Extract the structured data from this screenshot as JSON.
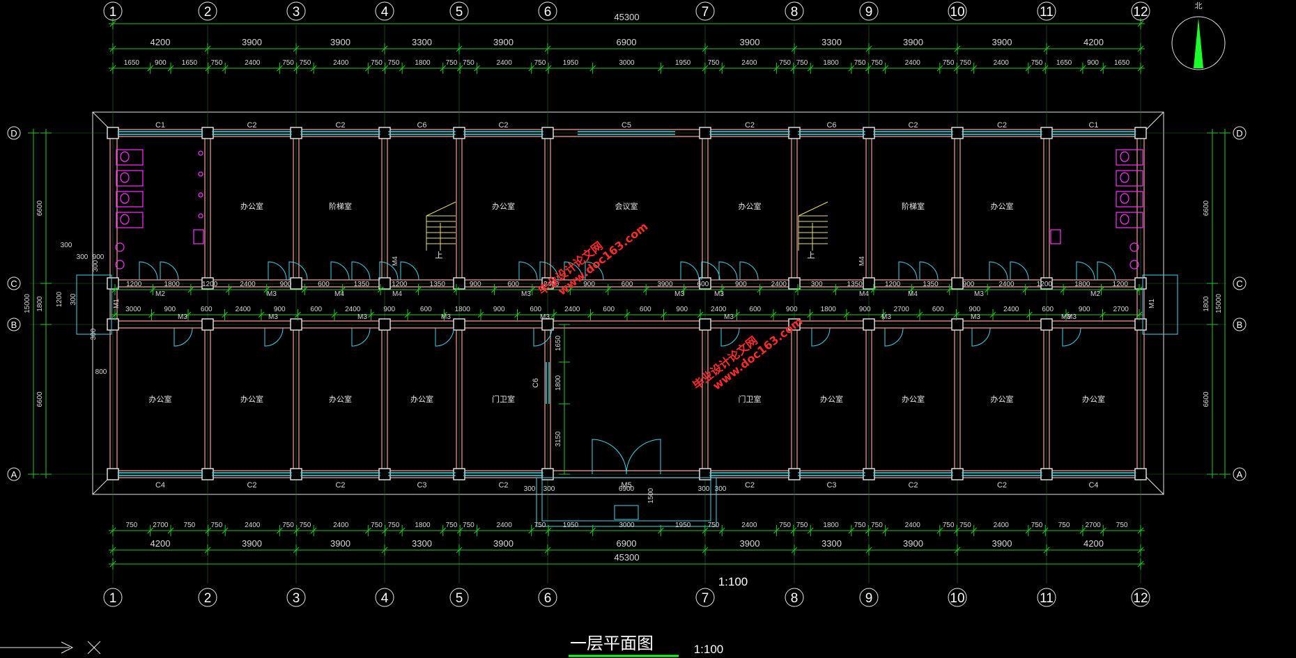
{
  "title": "一层平面图",
  "scale_text": "1:100",
  "center_scale": "1:100",
  "north_label": "北",
  "overall_length": "45300",
  "axes_x": [
    "1",
    "2",
    "3",
    "4",
    "5",
    "6",
    "7",
    "8",
    "9",
    "10",
    "11",
    "12"
  ],
  "axes_y": [
    "A",
    "B",
    "C",
    "D"
  ],
  "bays_top": [
    "4200",
    "3900",
    "3900",
    "3300",
    "3900",
    "6900",
    "3900",
    "3300",
    "3900",
    "3900",
    "4200"
  ],
  "sub_top": [
    "1650",
    "900",
    "1650",
    "750",
    "2400",
    "750",
    "750",
    "2400",
    "750",
    "750",
    "1800",
    "750",
    "750",
    "2400",
    "750",
    "1950",
    "3000",
    "1950",
    "750",
    "2400",
    "750",
    "750",
    "1800",
    "750",
    "750",
    "2400",
    "750",
    "750",
    "2400",
    "750",
    "1650",
    "900",
    "1650"
  ],
  "bays_bottom": [
    "4200",
    "3900",
    "3900",
    "3300",
    "3900",
    "6900",
    "3900",
    "3300",
    "3900",
    "3900",
    "4200"
  ],
  "sub_bottom": [
    "750",
    "2700",
    "750",
    "750",
    "2400",
    "750",
    "750",
    "2400",
    "750",
    "750",
    "1800",
    "750",
    "750",
    "2400",
    "750",
    "1950",
    "3000",
    "1950",
    "750",
    "2400",
    "750",
    "750",
    "1800",
    "750",
    "750",
    "2400",
    "750",
    "750",
    "2400",
    "750",
    "750",
    "2700",
    "750"
  ],
  "left_dims": [
    "6600",
    "1800",
    "15000",
    "6600"
  ],
  "right_dims": [
    "6600",
    "1800",
    "15000",
    "6600"
  ],
  "windows_top": [
    "C1",
    "C2",
    "C2",
    "C6",
    "C2",
    "C5",
    "C2",
    "C6",
    "C2",
    "C2",
    "C1"
  ],
  "windows_bottom": [
    "C4",
    "C2",
    "C2",
    "C3",
    "C2",
    "M5",
    "C2",
    "C3",
    "C2",
    "C2",
    "C4"
  ],
  "rooms_north": [
    "",
    "办公室",
    "阶梯室",
    "",
    "办公室",
    "会议室",
    "办公室",
    "",
    "阶梯室",
    "办公室",
    ""
  ],
  "rooms_south": [
    "办公室",
    "办公室",
    "办公室",
    "办公室",
    "门卫室",
    "",
    "门卫室",
    "办公室",
    "办公室",
    "办公室",
    "办公室"
  ],
  "stair_label": "上",
  "door_tags_north": [
    "M2",
    "M3",
    "M4",
    "M4",
    "M3",
    "M3",
    "M3",
    "M4",
    "M4",
    "M3",
    "M2"
  ],
  "door_tags_south": [
    "M3",
    "M3",
    "M3",
    "M3",
    "M3",
    "M3",
    "M3",
    "M3",
    "M3",
    "M3"
  ],
  "end_door": "M1",
  "corridor_dims": [
    "1200",
    "1800",
    "1200",
    "2400",
    "900",
    "600",
    "1350",
    "1200",
    "1350",
    "900",
    "600",
    "2400",
    "900",
    "600",
    "3900",
    "600",
    "900",
    "2400",
    "300",
    "1350",
    "1200",
    "1350",
    "900",
    "2400",
    "1200",
    "1800",
    "1200"
  ],
  "corridor_dims_south": [
    "3000",
    "900",
    "600",
    "2400",
    "900",
    "600",
    "2400",
    "900",
    "600",
    "1800",
    "900",
    "600",
    "2400",
    "600",
    "600",
    "900",
    "2400",
    "600",
    "900",
    "1800",
    "900",
    "2700",
    "600",
    "900",
    "2400",
    "600",
    "900",
    "2700"
  ],
  "hall_dims": [
    "1650",
    "1800",
    "3150"
  ],
  "hall_window": "C6",
  "entry_dims": [
    "300",
    "300",
    "6900",
    "1500",
    "300",
    "300"
  ],
  "misc_dims": [
    "300",
    "300",
    "900",
    "300",
    "800",
    "300",
    "1200",
    "300"
  ],
  "watermark": [
    "毕业设计论文网",
    "www.doc163.com"
  ]
}
